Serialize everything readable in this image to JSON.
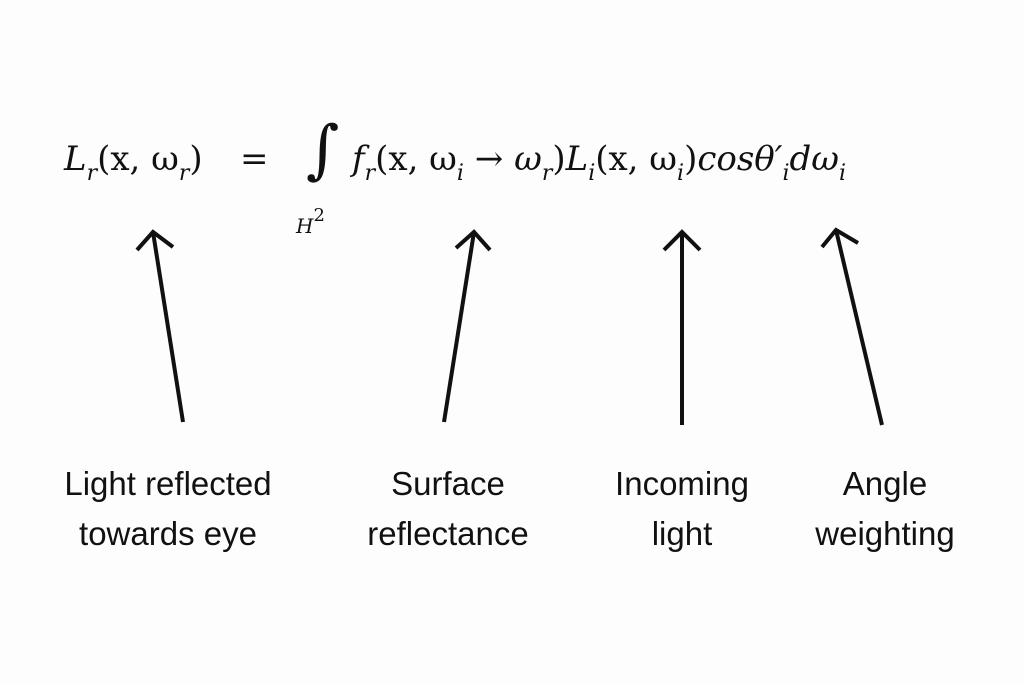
{
  "equation": {
    "lhs": {
      "symbol": "L",
      "sub": "r",
      "args": "(x, ω",
      "args_sub": "r",
      "close": ")"
    },
    "equals": "=",
    "integral": {
      "sign": "∫",
      "domain_base": "H",
      "domain_sup": "2"
    },
    "brdf": {
      "symbol": "f",
      "sub": "r",
      "args1": "(x, ω",
      "args1_sub": "i",
      "arrow": "→",
      "args2": "ω",
      "args2_sub": "r",
      "close": ")"
    },
    "incoming": {
      "symbol": "L",
      "sub": "i",
      "args": "(x, ω",
      "args_sub": "i",
      "close": ")"
    },
    "weight": {
      "text": "cosθ′",
      "sub": "i",
      "diff": "dω",
      "diff_sub": "i"
    }
  },
  "labels": [
    {
      "line1": "Light reflected",
      "line2": "towards eye"
    },
    {
      "line1": "Surface",
      "line2": "reflectance"
    },
    {
      "line1": "Incoming",
      "line2": "light"
    },
    {
      "line1": "Angle",
      "line2": "weighting"
    }
  ]
}
